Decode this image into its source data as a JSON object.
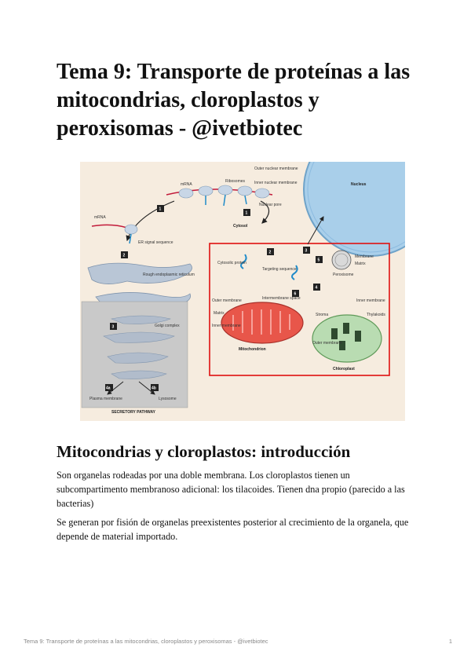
{
  "title": "Tema 9: Transporte de proteínas a las mitocondrias, cloroplastos y peroxisomas - @ivetbiotec",
  "figure": {
    "labels": {
      "mrna_top": "mRNA",
      "ribosomes": "Ribosomes",
      "mrna_left": "mRNA",
      "cytosol": "Cytosol",
      "er_signal": "ER signal sequence",
      "rough_er": "Rough endoplasmic reticulum",
      "golgi": "Golgi complex",
      "plasma_membrane": "Plasma membrane",
      "lysosome": "Lysosome",
      "secretory_pathway": "SECRETORY PATHWAY",
      "outer_nuclear": "Outer nuclear membrane",
      "inner_nuclear": "Inner nuclear membrane",
      "nuclear_pore": "Nuclear pore",
      "nucleus": "Nucleus",
      "cytosolic_protein": "Cytosolic protein",
      "targeting_sequence": "Targeting sequence",
      "membrane": "Membrane",
      "matrix_perox": "Matrix",
      "peroxisome": "Peroxisome",
      "outer_membrane": "Outer membrane",
      "intermembrane": "Intermembrane space",
      "matrix_mito": "Matrix",
      "inner_membrane_mito": "Inner membrane",
      "mitochondrion": "Mitochondrion",
      "inner_membrane_chl": "Inner membrane",
      "thylakoids": "Thylakoids",
      "stroma": "Stroma",
      "outer_membrane_chl": "Outer membrane",
      "chloroplast": "Chloroplast"
    },
    "steps": {
      "s1": "1",
      "s2": "2",
      "s3": "3",
      "s4a": "4a",
      "s4b": "4b",
      "r1": "1",
      "r2": "2",
      "r3": "3",
      "r4": "4",
      "r5": "5",
      "r6": "6"
    },
    "colors": {
      "background": "#f6ecdf",
      "highlight_box": "#e01010",
      "nucleus": "#a9cfea",
      "mitochondrion": "#e8564a",
      "chloroplast": "#b9dcb2",
      "er": "#b9c6d6",
      "secretory_panel": "#c9c9c9"
    }
  },
  "section_heading": "Mitocondrias y cloroplastos: introducción",
  "paragraphs": [
    "Son organelas rodeadas por una doble membrana. Los cloroplastos tienen un subcompartimento membranoso adicional: los tilacoides. Tienen dna propio (parecido a las bacterias)",
    "Se generan por fisión de organelas preexistentes posterior al crecimiento de la organela, que depende de material importado."
  ],
  "footer": {
    "text": "Tema 9: Transporte de proteínas a las mitocondrias, cloroplastos y peroxisomas - @ivetbiotec",
    "page": "1"
  }
}
